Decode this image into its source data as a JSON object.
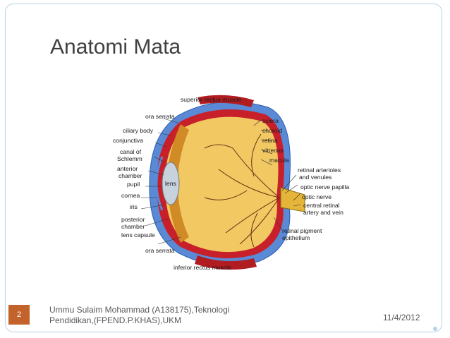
{
  "slide": {
    "title": "Anatomi Mata",
    "page_number": "2",
    "footer": {
      "line1": "Ummu Sulaim Mohammad (A138175),Teknologi",
      "line2": "Pendidikan,(FPEND.P.KHAS),UKM"
    },
    "date": "11/4/2012",
    "accent_color": "#c4622c",
    "frame_color": "#b7d3e5"
  },
  "diagram": {
    "labels": {
      "superior_rectus": "superior rectus muscle",
      "ora_serrata_top": "ora serrata",
      "ciliary_body": "ciliary body",
      "conjunctiva": "conjunctiva",
      "canal_1": "canal of",
      "canal_2": "Schlemm",
      "anterior_1": "anterior",
      "anterior_2": "chamber",
      "pupil": "pupil",
      "cornea": "cornea",
      "iris": "iris",
      "posterior_1": "posterior",
      "posterior_2": "chamber",
      "lens_capsule": "lens capsule",
      "ora_serrata_bottom": "ora serrata",
      "inferior_rectus": "inferior rectus muscle",
      "lens": "lens",
      "sclera": "sclera",
      "choroid": "choroid",
      "retina": "retina",
      "vitreous": "vitreous",
      "macula": "macula",
      "retinal_arterioles": "retinal arterioles",
      "and_venules": "and venules",
      "optic_nerve_papilla": "optic nerve papilla",
      "optic_nerve": "optic nerve",
      "central_retinal": "central retinal",
      "artery_and_vein": "artery and vein",
      "retinal_pigment": "retinal pigment",
      "epithelium": "epithelium"
    }
  }
}
